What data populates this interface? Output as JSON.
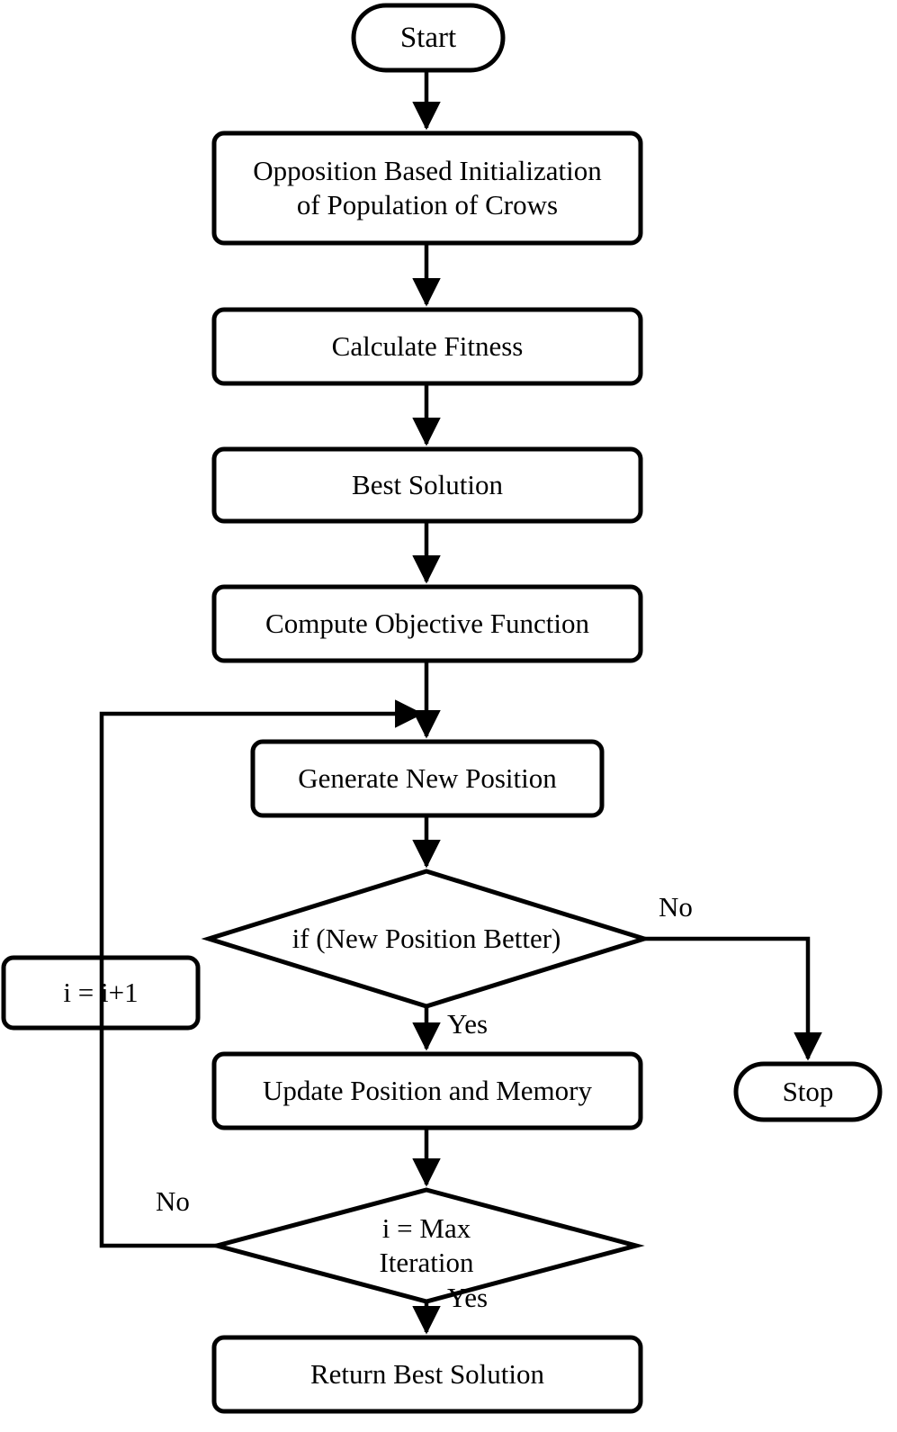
{
  "diagram": {
    "title": "Opposition Based Crow Search Algorithm Flowchart",
    "background_color": "#ffffff",
    "stroke_color": "#000000",
    "text_color": "#000000",
    "nodes": {
      "start": {
        "label": "Start",
        "shape": "terminator"
      },
      "init": {
        "label": "Opposition Based Initialization\nof Population of  Crows",
        "shape": "process"
      },
      "calc_fitness": {
        "label": "Calculate Fitness",
        "shape": "process"
      },
      "best_solution": {
        "label": "Best Solution",
        "shape": "process"
      },
      "compute_objective": {
        "label": "Compute Objective Function",
        "shape": "process"
      },
      "generate_position": {
        "label": "Generate New Position",
        "shape": "process"
      },
      "decision_better": {
        "label": "if (New Position Better)",
        "shape": "decision"
      },
      "increment": {
        "label": "i = i+1",
        "shape": "process"
      },
      "update_position": {
        "label": "Update Position and Memory",
        "shape": "process"
      },
      "decision_max_iter": {
        "label": "i = Max\nIteration",
        "shape": "decision"
      },
      "return_best": {
        "label": "Return Best Solution",
        "shape": "process"
      },
      "stop": {
        "label": "Stop",
        "shape": "terminator"
      }
    },
    "edge_labels": {
      "better_no": "No",
      "better_yes": "Yes",
      "maxiter_no": "No",
      "maxiter_yes": "Yes"
    }
  }
}
